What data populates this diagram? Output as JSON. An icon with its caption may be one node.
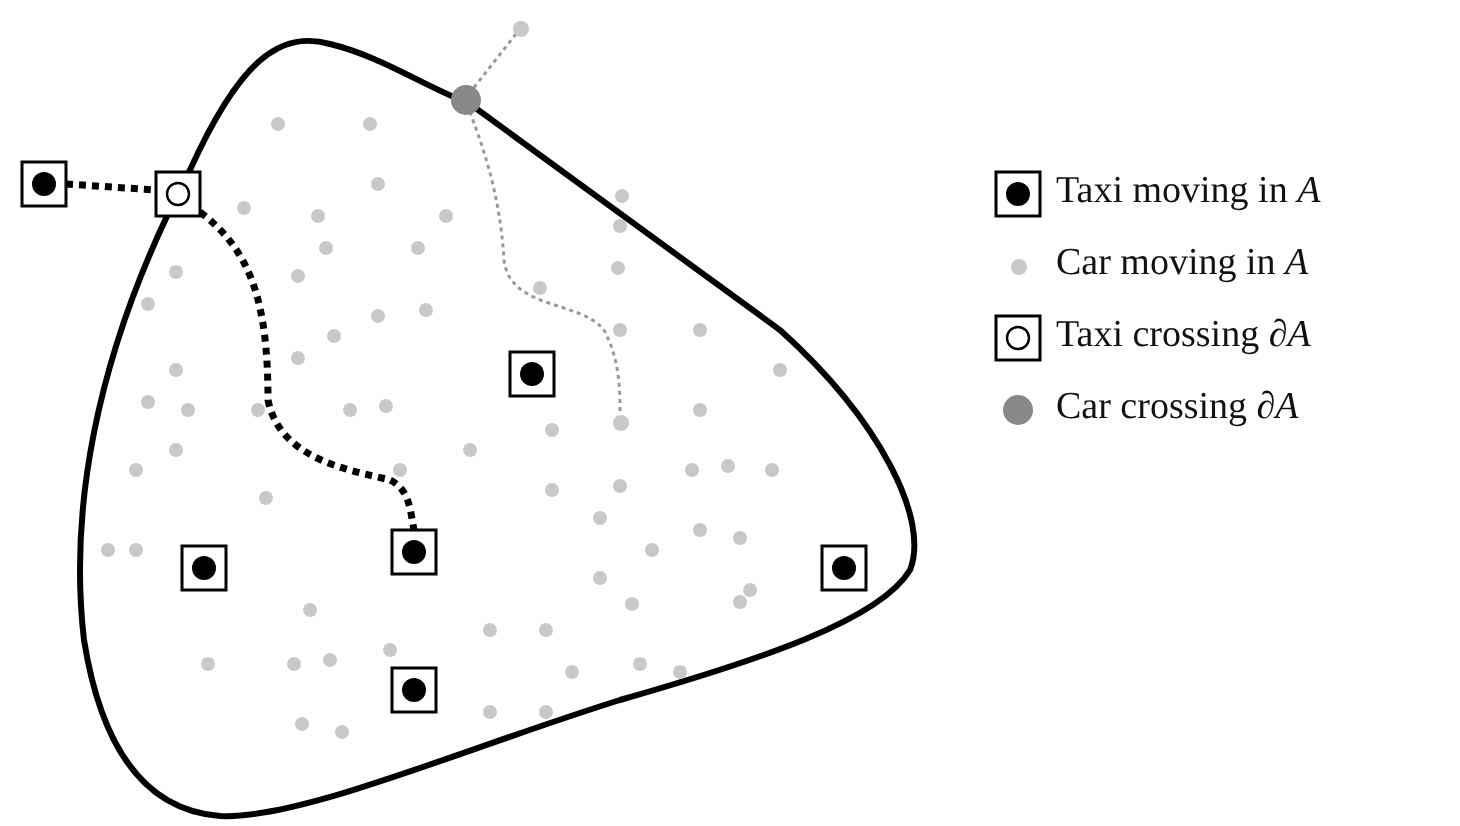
{
  "diagram": {
    "nodes": [
      {
        "text": [],
        "shape": "circle"
      },
      {
        "text": [],
        "shape": "circle"
      },
      {
        "text": [],
        "shape": "box"
      },
      {
        "text": [],
        "shape": "box"
      },
      {
        "text": [],
        "shape": "box"
      },
      {
        "text": [],
        "shape": "circle"
      },
      {
        "text": [],
        "shape": "box"
      },
      {
        "text": [],
        "shape": "box"
      },
      {
        "text": [],
        "shape": "box"
      },
      {
        "text": [],
        "shape": "box"
      }
    ],
    "edges": [
      {
        "from": 0,
        "to": 1,
        "arrow": "none",
        "style": "dashed",
        "color": "#999999"
      },
      {
        "from": 1,
        "to": 5,
        "arrow": "none",
        "style": "dashed",
        "color": "#999999"
      },
      {
        "from": 2,
        "to": 3,
        "arrow": "none",
        "style": "dashed",
        "color": "#000000"
      },
      {
        "from": 3,
        "to": 6,
        "arrow": "none",
        "style": "dashed",
        "color": "#000000"
      }
    ],
    "legend": [
      {
        "text": "Taxi moving in *A*"
      },
      {
        "text": "Car moving in *A*"
      },
      {
        "text": "Taxi crossing ∂*A*"
      },
      {
        "text": "Car crossing ∂*A*"
      }
    ]
  }
}
